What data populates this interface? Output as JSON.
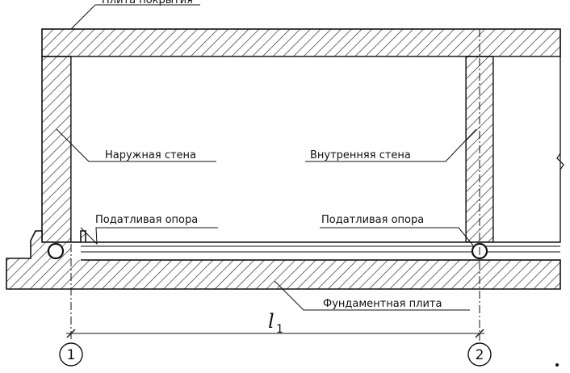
{
  "labels": {
    "roof_slab": "Плита покрытия",
    "outer_wall": "Наружная стена",
    "inner_wall": "Внутренняя стена",
    "flexible_support_left": "Податливая опора",
    "flexible_support_right": "Податливая опора",
    "foundation_slab": "Фундаментная плита"
  },
  "dimension": {
    "symbol": "l",
    "subscript": "1"
  },
  "axes": {
    "left": "1",
    "right": "2"
  }
}
